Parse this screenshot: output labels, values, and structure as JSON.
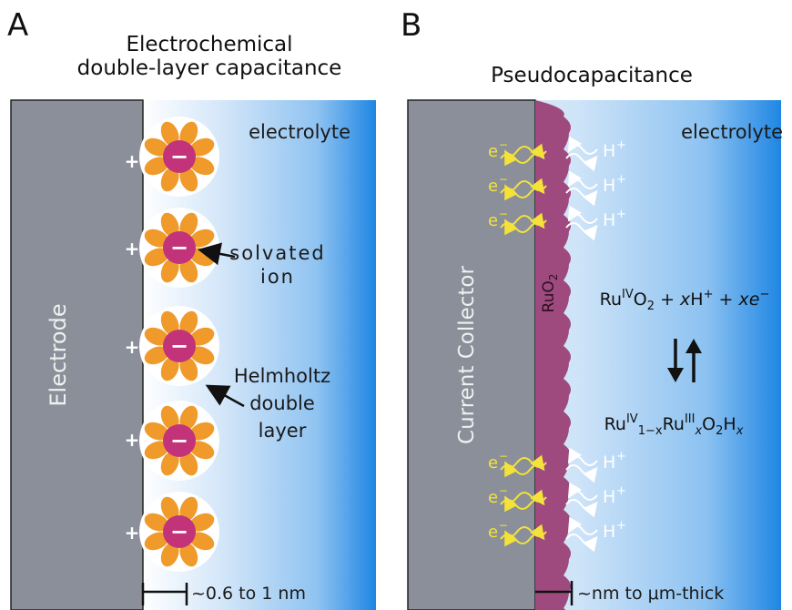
{
  "panel_a": {
    "letter": "A",
    "title_line1": "Electrochemical",
    "title_line2": "double-layer capacitance",
    "electrode_label": "Electrode",
    "electrolyte_label": "electrolyte",
    "solvated_ion_label_1": "solvated",
    "solvated_ion_label_2": "ion",
    "helmholtz_label_1": "Helmholtz",
    "helmholtz_label_2": "double",
    "helmholtz_label_3": "layer",
    "scale_label": "~0.6 to 1 nm",
    "plus_sign": "+",
    "minus_sign": "−"
  },
  "panel_b": {
    "letter": "B",
    "title": "Pseudocapacitance",
    "collector_label": "Current Collector",
    "oxide_label": "RuO",
    "oxide_sub": "2",
    "electrolyte_label": "electrolyte",
    "electron_label": "e",
    "electron_sup": "−",
    "proton_label": "H",
    "proton_sup": "+",
    "reaction_top": {
      "ru": "Ru",
      "ox": "IV",
      "o": "O",
      "o_sub": "2",
      "plus1": " + ",
      "x1": "x",
      "h": "H",
      "h_sup": "+",
      "plus2": " + ",
      "x2": "x",
      "e": "e",
      "e_sup": "−"
    },
    "reaction_bottom": {
      "ru1": "Ru",
      "ox1": "IV",
      "sub1": "1−x",
      "ru2": "Ru",
      "ox2": "III",
      "sub2": "x",
      "o": "O",
      "o_sub": "2",
      "h": "H",
      "h_sub": "x"
    },
    "scale_label": "~nm to μm-thick"
  },
  "colors": {
    "electrode_gray": "#8a8f9a",
    "electrolyte_light": "#d6e8fa",
    "electrolyte_dark": "#2a8be6",
    "ion_magenta": "#c2337a",
    "solvent_orange": "#ef9a2a",
    "ruo2_purple": "#9e4a7e",
    "electron_yellow": "#f4e23a"
  }
}
